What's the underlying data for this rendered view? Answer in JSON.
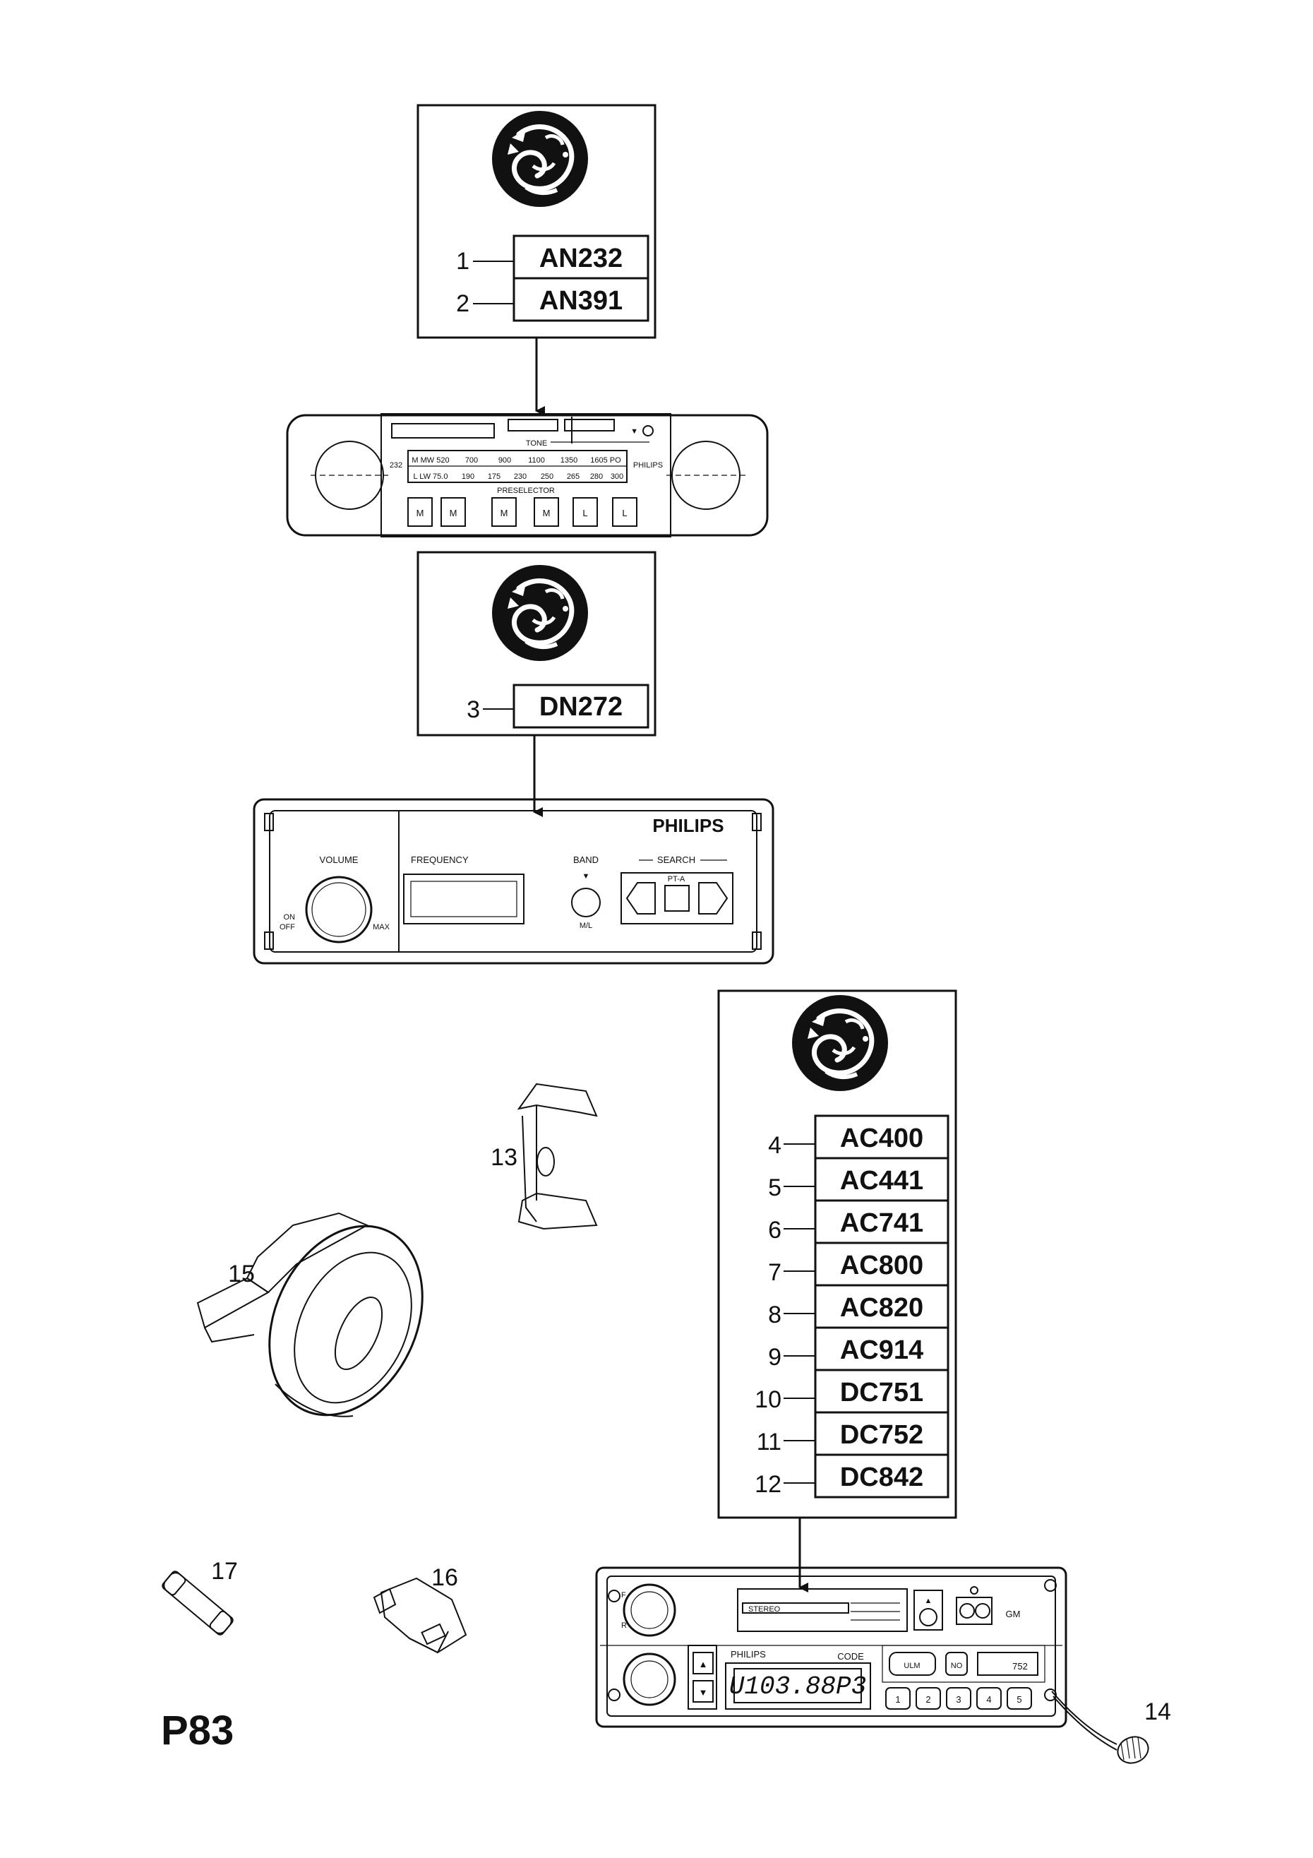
{
  "page_id": "P83",
  "boxes": [
    {
      "id": "box-a",
      "items": [
        {
          "num": "1",
          "code": "AN232"
        },
        {
          "num": "2",
          "code": "AN391"
        }
      ]
    },
    {
      "id": "box-b",
      "items": [
        {
          "num": "3",
          "code": "DN272"
        }
      ]
    },
    {
      "id": "box-c",
      "items": [
        {
          "num": "4",
          "code": "AC400"
        },
        {
          "num": "5",
          "code": "AC441"
        },
        {
          "num": "6",
          "code": "AC741"
        },
        {
          "num": "7",
          "code": "AC800"
        },
        {
          "num": "8",
          "code": "AC820"
        },
        {
          "num": "9",
          "code": "AC914"
        },
        {
          "num": "10",
          "code": "DC751"
        },
        {
          "num": "11",
          "code": "DC752"
        },
        {
          "num": "12",
          "code": "DC842"
        }
      ]
    }
  ],
  "callouts": {
    "c13": "13",
    "c14": "14",
    "c15": "15",
    "c16": "16",
    "c17": "17"
  },
  "radio_a": {
    "brand": "PHILIPS",
    "model": "232",
    "tone": "TONE",
    "scale_top": [
      "M MW 520",
      "700",
      "900",
      "1100",
      "1350",
      "1605 PO"
    ],
    "scale_bottom": [
      "L LW 75.0",
      "190",
      "175",
      "230",
      "250",
      "265",
      "280",
      "300"
    ],
    "preset_label": "PRESELECTOR",
    "keys": [
      "M",
      "M",
      "M",
      "M",
      "L",
      "L"
    ]
  },
  "radio_b": {
    "brand": "PHILIPS",
    "volume": "VOLUME",
    "frequency": "FREQUENCY",
    "band": "BAND",
    "search": "SEARCH",
    "on": "ON",
    "off": "OFF",
    "max": "MAX",
    "pty": "PT-A",
    "band_marks": "M/L"
  },
  "radio_c": {
    "brand": "PHILIPS",
    "code": "CODE",
    "gm": "GM",
    "lcd": "U103.88P3",
    "ulm": "ULM",
    "station": "752",
    "presets": [
      "1",
      "2",
      "3",
      "4",
      "5"
    ],
    "stereo": "STEREO",
    "f": "F",
    "r": "R",
    "no": "NO"
  }
}
